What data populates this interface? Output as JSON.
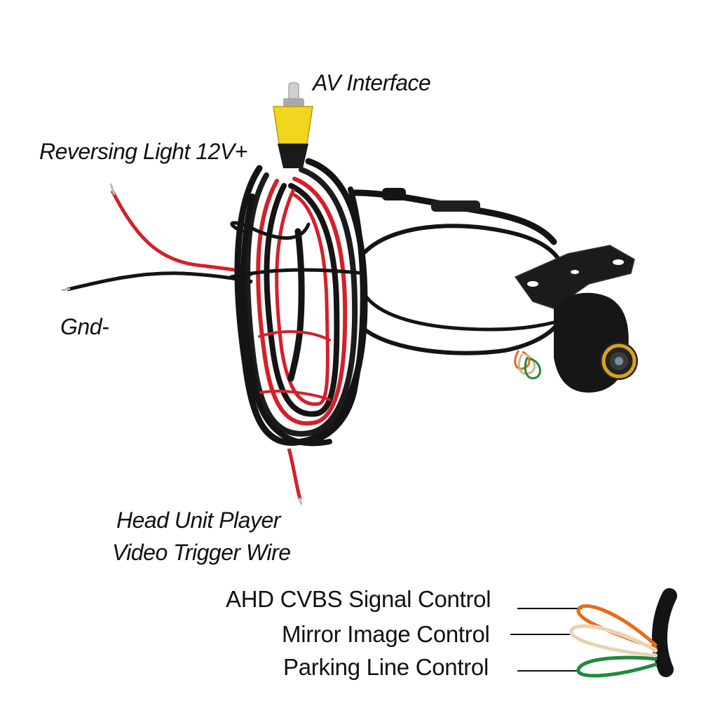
{
  "labels": {
    "av_interface": "AV Interface",
    "reversing_light": "Reversing Light 12V+",
    "gnd": "Gnd-",
    "head_unit_line1": "Head Unit Player",
    "head_unit_line2": "Video Trigger Wire",
    "ahd_cvbs": "AHD CVBS Signal Control",
    "mirror_image": "Mirror Image Control",
    "parking_line": "Parking Line Control"
  },
  "colors": {
    "cable_black": "#141414",
    "wire_red": "#d4202a",
    "rca_yellow": "#f2d51e",
    "wire_orange": "#e86a1a",
    "wire_cream": "#efe0c4",
    "wire_green": "#1f8a3c",
    "lens_gold": "#d9a21a"
  },
  "icons": [
    "rca-connector-icon",
    "camera-icon",
    "cable-coil-icon",
    "wire-loops-icon"
  ]
}
